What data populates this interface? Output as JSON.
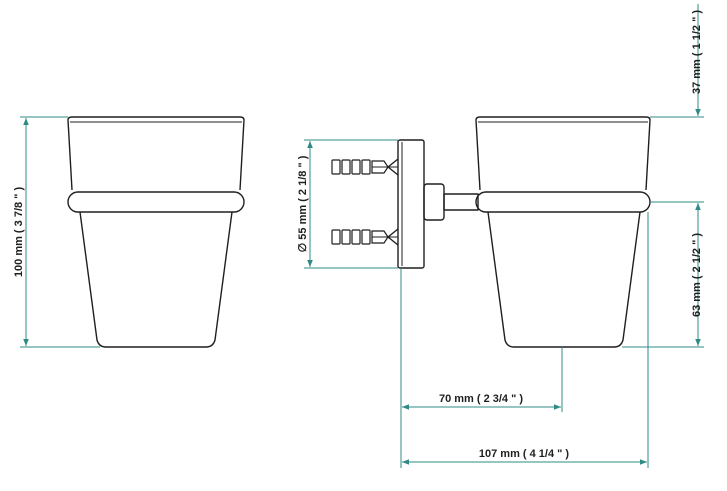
{
  "dimensions": {
    "height_total": "100 mm ( 3 7/8 \" )",
    "height_top": "37 mm ( 1 1/2 \" )",
    "height_cup": "63 mm ( 2 1/2 \" )",
    "diameter": "∅ 55 mm ( 2 1/8 \" )",
    "projection_short": "70 mm ( 2 3/4 \" )",
    "projection_full": "107 mm ( 4 1/4 \" )"
  },
  "colors": {
    "dimension_line": "#2e8b86",
    "outline": "#1f1f1f"
  }
}
